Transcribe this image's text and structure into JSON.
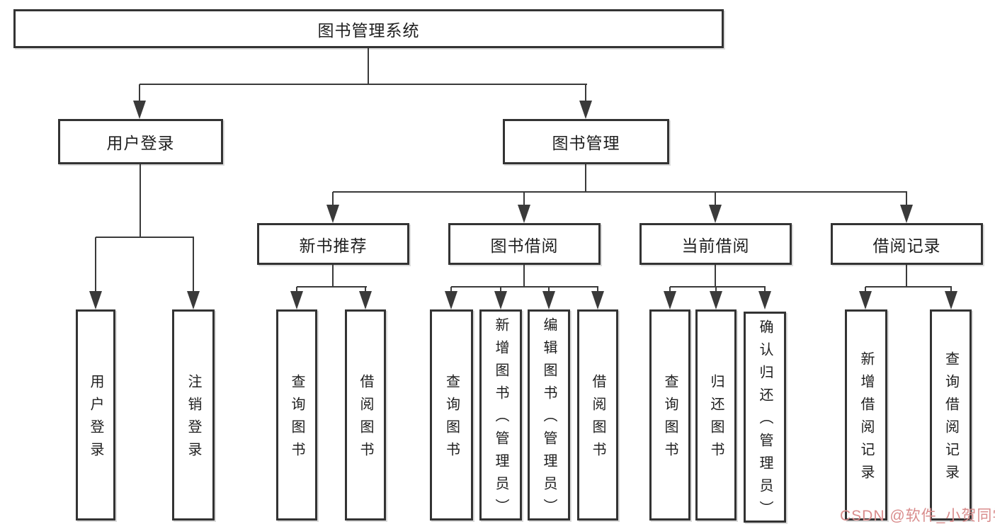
{
  "diagram": {
    "root": "图书管理系统",
    "level2": {
      "user_login": "用户登录",
      "book_management": "图书管理"
    },
    "level3": {
      "new_book_recommendation": "新书推荐",
      "book_borrowing": "图书借阅",
      "current_borrowing": "当前借阅",
      "borrowing_records": "借阅记录"
    },
    "leaves": {
      "user_login": "用户登录",
      "logout": "注销登录",
      "query_books_rec": "查询图书",
      "borrow_books_rec": "借阅图书",
      "query_books_borrow": "查询图书",
      "add_books_admin": "新增图书（管理员）",
      "edit_books_admin": "编辑图书（管理员）",
      "borrow_books_borrow": "借阅图书",
      "query_books_current": "查询图书",
      "return_books": "归还图书",
      "confirm_return_admin": "确认归还（管理员）",
      "add_borrow_record": "新增借阅记录",
      "query_borrow_record": "查询借阅记录"
    },
    "watermark": "CSDN @软件_小贺同学",
    "colors": {
      "line": "#3a3a3a",
      "box_border": "#333333",
      "text": "#1f1f1f",
      "watermark": "#d98c8c",
      "background": "#ffffff"
    }
  }
}
